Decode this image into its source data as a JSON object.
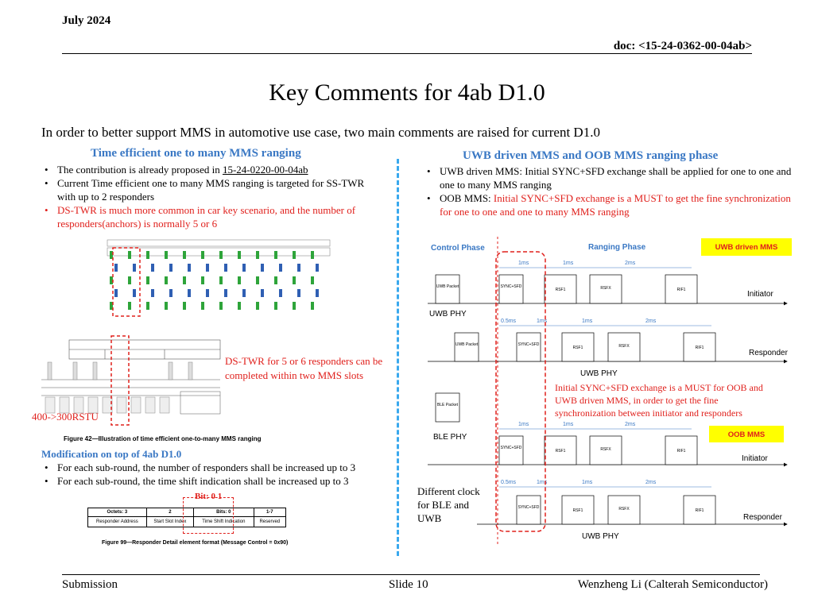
{
  "header": {
    "date": "July 2024",
    "doc": "doc: <15-24-0362-00-04ab>"
  },
  "title": "Key Comments for 4ab D1.0",
  "intro": "In order to better support MMS in automotive use case, two main comments are raised for current D1.0",
  "left": {
    "heading": "Time efficient one to many MMS ranging",
    "bullets": [
      "The contribution is already proposed in ",
      "15-24-0220-00-04ab",
      "Current Time efficient one to many MMS ranging is targeted for SS-TWR with up to 2 responders",
      "DS-TWR is much more common in car key scenario, and the number of  responders(anchors) is normally 5 or 6"
    ],
    "figure_caption": "Figure 42—Illustration of time efficient one-to-many MMS ranging",
    "rstu_note": "400->300RSTU",
    "dstwr_note": "DS-TWR for 5 or 6 responders can be completed within two MMS slots",
    "mod_heading": "Modification on top of 4ab D1.0",
    "mod_bullets": [
      "For each sub-round, the number of responders shall be increased up to 3",
      "For each sub-round, the time shift indication shall be increased up to 3"
    ],
    "bit_note": "Bit: 0 1",
    "table": {
      "header": [
        "Octets: 3",
        "2",
        "Bits: 0",
        "1-7"
      ],
      "row": [
        "Responder Address",
        "Start Slot Index",
        "Time Shift Indication",
        "Reserved"
      ],
      "caption": "Figure 99—Responder Detail element format (Message Control = 0x90)"
    }
  },
  "right": {
    "heading": "UWB driven MMS and OOB MMS ranging phase",
    "bullet1": "UWB driven MMS: Initial SYNC+SFD exchange shall be applied for one to one and one to many MMS ranging",
    "bullet2_prefix": "OOB MMS: ",
    "bullet2_red": "Initial SYNC+SFD exchange is a MUST to get the fine synchronization for one to one and one to many MMS ranging",
    "diagram": {
      "control_phase": "Control Phase",
      "ranging_phase": "Ranging Phase",
      "uwb_driven_badge": "UWB driven MMS",
      "oob_badge": "OOB MMS",
      "initiator": "Initiator",
      "responder": "Responder",
      "uwb_phy": "UWB PHY",
      "ble_phy": "BLE PHY",
      "uwb_packet": "UWB Packet",
      "ble_packet": "BLE Packet",
      "syn": "SYNC+SFD",
      "rsf1": "RSF1",
      "rsfx": "RSFX",
      "rif1": "RIF1",
      "t_1ms": "1ms",
      "t_2ms": "2ms",
      "t_05ms": "0.5ms",
      "red_note": "Initial SYNC+SFD exchange is a MUST for OOB and UWB driven MMS, in order to get the fine synchronization between initiator and responders",
      "clock_note": "Different clock for BLE and UWB"
    }
  },
  "footer": {
    "left": "Submission",
    "center": "Slide 10",
    "right": "Wenzheng Li (Calterah Semiconductor)"
  },
  "colors": {
    "accent_blue": "#3a78c4",
    "red": "#e0201c",
    "badge_yellow": "#ffff00",
    "divider": "#3aa9ee",
    "green": "#2ea43a",
    "blue_bar": "#2f5fb3"
  }
}
